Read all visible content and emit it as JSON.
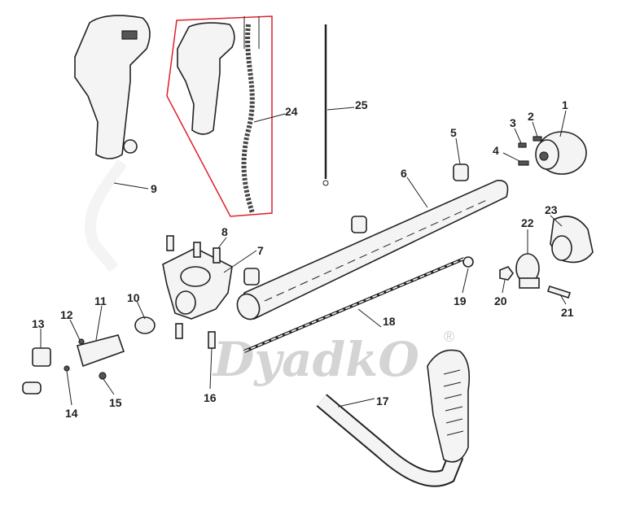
{
  "diagram": {
    "title": "Trimmer handle and shaft assembly exploded view",
    "watermark": "DyadkO",
    "watermark_mark": "®",
    "highlight_color": "#e0202a",
    "callouts": [
      "1",
      "2",
      "3",
      "4",
      "5",
      "6",
      "7",
      "8",
      "9",
      "10",
      "11",
      "12",
      "13",
      "14",
      "15",
      "16",
      "17",
      "18",
      "19",
      "20",
      "21",
      "22",
      "23",
      "24",
      "25"
    ]
  }
}
